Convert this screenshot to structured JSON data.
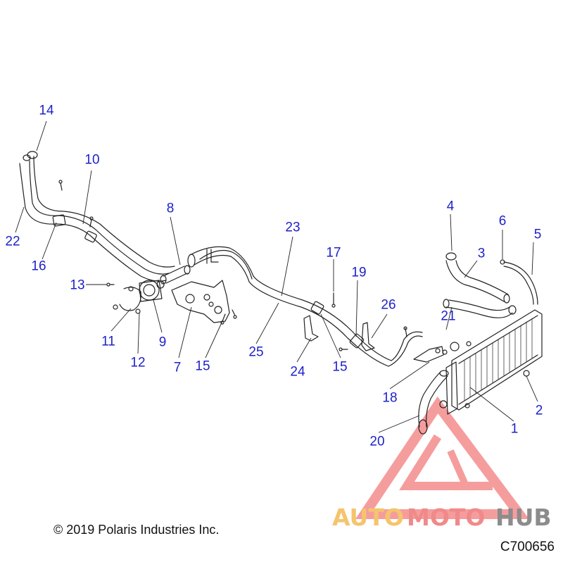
{
  "diagram": {
    "callouts": [
      "1",
      "2",
      "3",
      "4",
      "5",
      "6",
      "7",
      "8",
      "9",
      "10",
      "11",
      "12",
      "13",
      "14",
      "15",
      "15",
      "16",
      "17",
      "18",
      "19",
      "20",
      "21",
      "22",
      "23",
      "24",
      "25",
      "26"
    ],
    "copyright": "© 2019 Polaris Industries Inc.",
    "diagram_code": "C700656"
  },
  "watermark": {
    "parts": [
      "AUTO",
      "MOTO",
      "HUB"
    ],
    "colors": {
      "auto": "#f5c46e",
      "moto": "#f08a8a",
      "hub": "#8c8c8c",
      "triangle": "#f06a6a"
    }
  },
  "colors": {
    "callout": "#1e22c8",
    "line": "#222222"
  }
}
